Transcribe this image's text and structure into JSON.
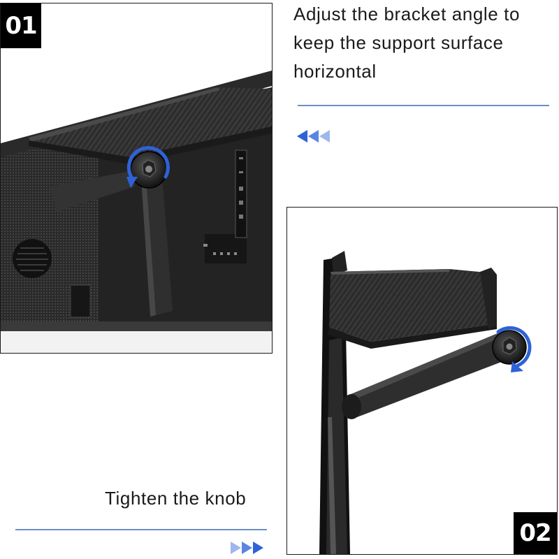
{
  "panels": [
    {
      "badge": "01"
    },
    {
      "badge": "02"
    }
  ],
  "captions": {
    "adjust": "Adjust the bracket angle to keep the support surface horizontal",
    "tighten": "Tighten the knob"
  },
  "colors": {
    "accent": "#2f62d6",
    "rule": "#6a8fc7",
    "badge_bg": "#000000",
    "badge_text": "#ffffff"
  },
  "icons": {
    "rotate": "rotate-arrow-icon",
    "arrows_left": "triple-arrow-left-icon",
    "arrows_right": "triple-arrow-right-icon"
  }
}
